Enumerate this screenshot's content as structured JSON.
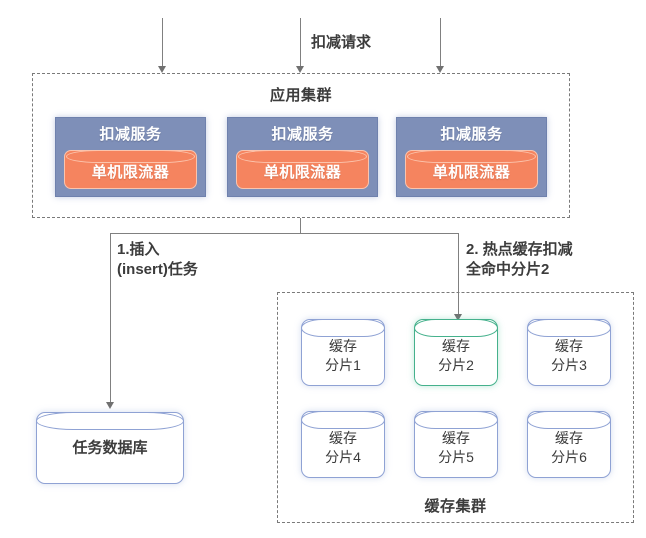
{
  "diagram": {
    "title_request_label": "扣减请求",
    "app_cluster": {
      "title": "应用集群",
      "services": [
        {
          "title": "扣减服务",
          "limiter": "单机限流器"
        },
        {
          "title": "扣减服务",
          "limiter": "单机限流器"
        },
        {
          "title": "扣减服务",
          "limiter": "单机限流器"
        }
      ]
    },
    "edges": {
      "insert_task": "1.插入\n(insert)任务",
      "hot_cache_deduct": "2. 热点缓存扣减\n全命中分片2"
    },
    "task_db": {
      "label": "任务数据库"
    },
    "cache_cluster": {
      "title": "缓存集群",
      "shards": [
        {
          "label": "缓存\n分片1",
          "highlighted": false
        },
        {
          "label": "缓存\n分片2",
          "highlighted": true
        },
        {
          "label": "缓存\n分片3",
          "highlighted": false
        },
        {
          "label": "缓存\n分片4",
          "highlighted": false
        },
        {
          "label": "缓存\n分片5",
          "highlighted": false
        },
        {
          "label": "缓存\n分片6",
          "highlighted": false
        }
      ]
    },
    "colors": {
      "service_box": "#7e8fb8",
      "limiter_orange": "#f5845f",
      "cylinder_blue": "#8fa2d4",
      "highlight_green": "#45b18c",
      "dashed_border": "#7a7a7a",
      "connector": "#808080",
      "text": "#3c3c3c"
    }
  }
}
